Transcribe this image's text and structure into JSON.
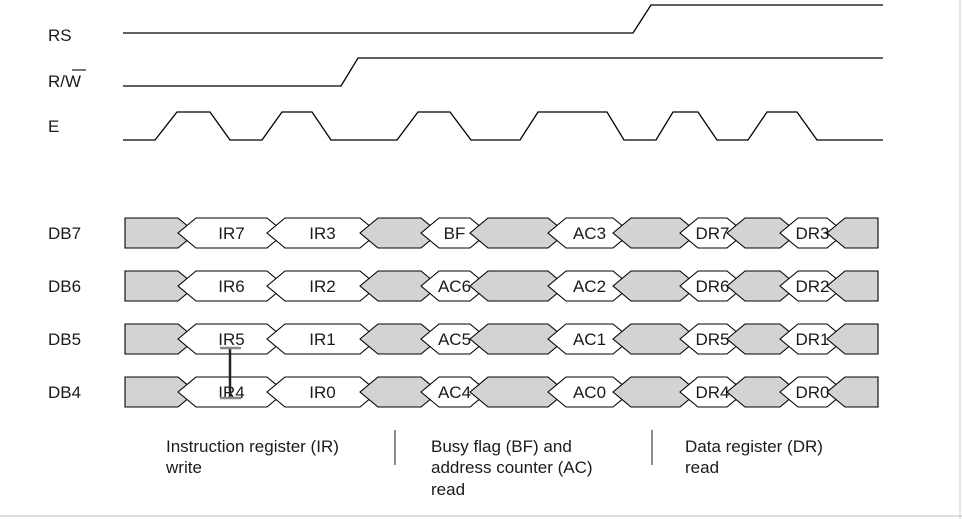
{
  "signals": [
    {
      "label": "RS",
      "overline": false
    },
    {
      "label": "R/",
      "overline_text": "W",
      "overline": true
    },
    {
      "label": "E",
      "overline": false
    }
  ],
  "bus": [
    {
      "label": "DB7",
      "cells": [
        "",
        "IR7",
        "IR3",
        "",
        "BF",
        "",
        "AC3",
        "",
        "DR7",
        "",
        "DR3",
        ""
      ]
    },
    {
      "label": "DB6",
      "cells": [
        "",
        "IR6",
        "IR2",
        "",
        "AC6",
        "",
        "AC2",
        "",
        "DR6",
        "",
        "DR2",
        ""
      ]
    },
    {
      "label": "DB5",
      "cells": [
        "",
        "IR5",
        "IR1",
        "",
        "AC5",
        "",
        "AC1",
        "",
        "DR5",
        "",
        "DR1",
        ""
      ]
    },
    {
      "label": "DB4",
      "cells": [
        "",
        "IR4",
        "IR0",
        "",
        "AC4",
        "",
        "AC0",
        "",
        "DR4",
        "",
        "DR0",
        ""
      ]
    }
  ],
  "captions": [
    {
      "lines": [
        "Instruction register (IR)",
        "write"
      ]
    },
    {
      "lines": [
        "Busy flag (BF) and",
        "address counter (AC)",
        "read"
      ]
    },
    {
      "lines": [
        "Data register (DR)",
        "read"
      ]
    }
  ],
  "colors": {
    "invalid_fill": "#d3d3d3",
    "line": "#000000"
  }
}
